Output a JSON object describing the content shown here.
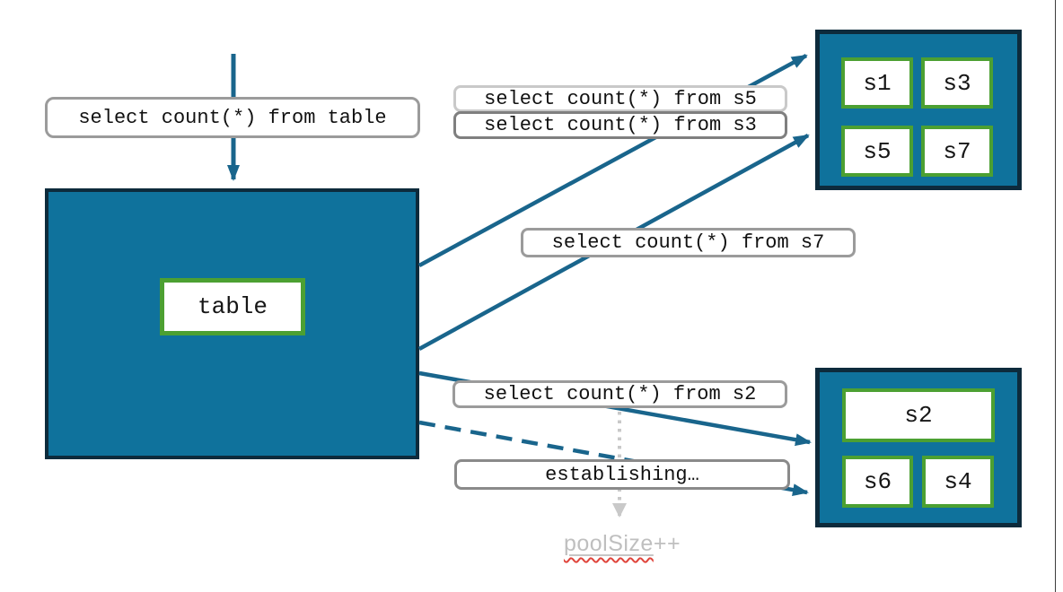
{
  "colors": {
    "node_fill": "#0F729C",
    "node_border": "#0D2B3C",
    "shard_border": "#4CA032",
    "arrow": "#19658C",
    "dotted_arrow": "#C9C9C9",
    "label_border": "#9B9B9B",
    "label_border_light": "#C9C9C9",
    "label_border_dark": "#7F7F7F",
    "pool_text": "#BFBFBF",
    "spellcheck_squiggle": "#E0443B",
    "slide_edge": "#3C3C3C"
  },
  "source_table": {
    "label": "table"
  },
  "queries": {
    "from_table": "select count(*) from table",
    "from_s5": "select count(*) from s5",
    "from_s3": "select count(*) from s3",
    "from_s7": "select count(*) from s7",
    "from_s2": "select count(*) from s2",
    "establishing": "establishing…"
  },
  "shard_groups": {
    "top": {
      "shards": [
        {
          "label": "s1"
        },
        {
          "label": "s3"
        },
        {
          "label": "s5"
        },
        {
          "label": "s7"
        }
      ]
    },
    "bottom": {
      "shards": [
        {
          "label": "s2"
        },
        {
          "label": "s6"
        },
        {
          "label": "s4"
        }
      ]
    }
  },
  "pool": {
    "word": "poolSize",
    "suffix": "++"
  }
}
